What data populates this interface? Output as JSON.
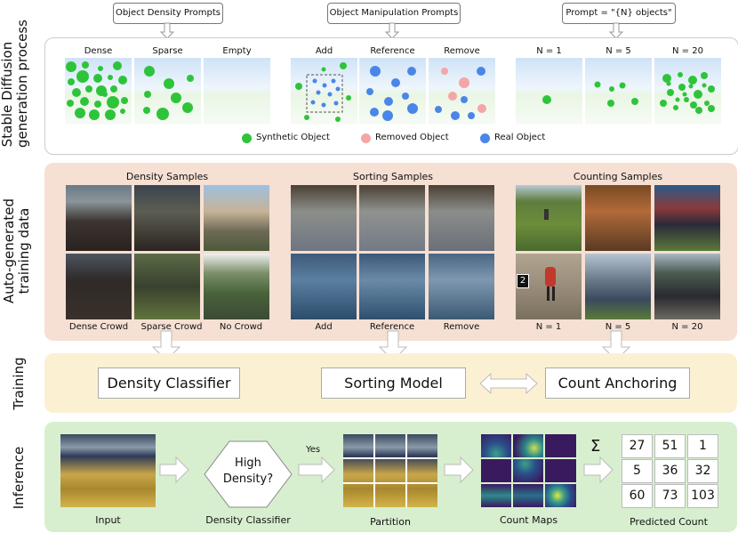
{
  "prompts": {
    "density": "Object Density Prompts",
    "manipulation": "Object Manipulation Prompts",
    "count": "Prompt = \"{N} objects\""
  },
  "rows": {
    "generation": "Stable Diffusion generation process",
    "generation_line1": "Stable Diffusion",
    "generation_line2": "generation process",
    "autogen_line1": "Auto-generated",
    "autogen_line2": "training data",
    "training": "Training",
    "inference": "Inference"
  },
  "generation": {
    "density_labels": [
      "Dense",
      "Sparse",
      "Empty"
    ],
    "manipulation_labels": [
      "Add",
      "Reference",
      "Remove"
    ],
    "count_labels": [
      "N = 1",
      "N = 5",
      "N = 20"
    ],
    "legend": {
      "synthetic": "Synthetic Object",
      "removed": "Removed Object",
      "real": "Real Object"
    }
  },
  "autogen": {
    "density_title": "Density Samples",
    "sorting_title": "Sorting Samples",
    "counting_title": "Counting Samples",
    "density_labels": [
      "Dense Crowd",
      "Sparse Crowd",
      "No Crowd"
    ],
    "sorting_labels": [
      "Add",
      "Reference",
      "Remove"
    ],
    "counting_labels": [
      "N = 1",
      "N = 5",
      "N = 20"
    ],
    "badge": "2"
  },
  "training": {
    "density_classifier": "Density Classifier",
    "sorting_model": "Sorting Model",
    "count_anchoring": "Count Anchoring"
  },
  "inference": {
    "input": "Input",
    "decision": "High\nDensity?",
    "decision_line1": "High",
    "decision_line2": "Density?",
    "density_classifier": "Density Classifier",
    "yes": "Yes",
    "partition": "Partition",
    "count_maps": "Count Maps",
    "sigma": "Σ",
    "predicted_count": "Predicted Count",
    "counts": [
      "27",
      "51",
      "1",
      "5",
      "36",
      "32",
      "60",
      "73",
      "103"
    ]
  },
  "colors": {
    "synthetic": "#2ec43a",
    "removed": "#f4a6a6",
    "real": "#4a86e8",
    "gen_panel": "#ffffff",
    "autogen_panel": "#f5e0d3",
    "training_panel": "#fbf1d2",
    "inference_panel": "#d8efcf"
  }
}
